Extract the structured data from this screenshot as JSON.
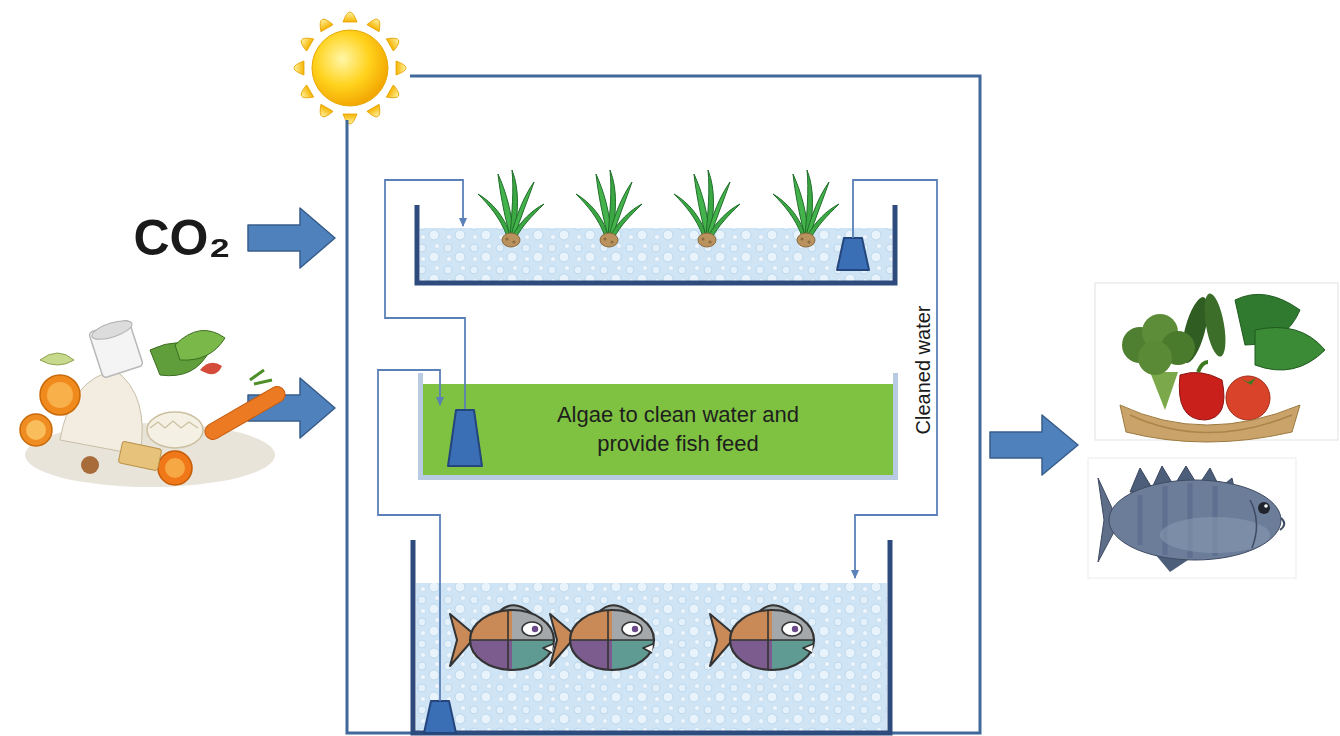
{
  "diagram": {
    "nodes": [
      {
        "text": [
          "Algae to clean water and provide fish feed"
        ]
      }
    ],
    "labels": [
      "CO₂",
      "Cleaned water"
    ]
  }
}
